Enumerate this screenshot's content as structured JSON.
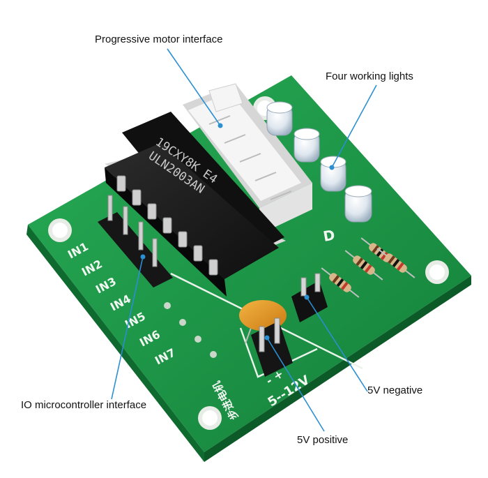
{
  "callouts": {
    "progressive_motor_interface": "Progressive motor interface",
    "four_working_lights": "Four working lights",
    "io_microcontroller_interface": "IO microcontroller interface",
    "five_v_negative": "5V negative",
    "five_v_positive": "5V positive"
  },
  "board": {
    "chip_line1": "19CXY8K E4",
    "chip_line2": "ULN2003AN",
    "led_label": "D",
    "voltage_label": "5--12V",
    "polarity_label": "- +",
    "chinese_label": "步进电机",
    "inputs": [
      "IN1",
      "IN2",
      "IN3",
      "IN4",
      "IN5",
      "IN6",
      "IN7"
    ]
  },
  "colors": {
    "pcb_green": "#1e9a48",
    "callout_line": "#2b8fd1",
    "chip_black": "#1c1c1c",
    "connector_white": "#f3f3f3"
  }
}
